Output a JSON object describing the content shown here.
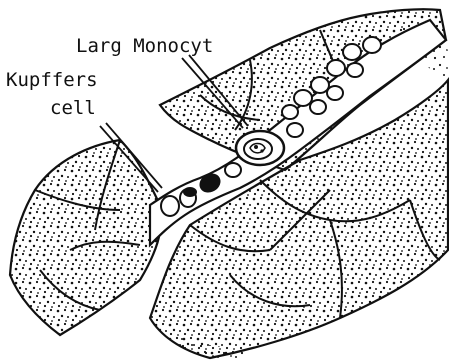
{
  "labels": {
    "monocyte": "Larg Monocyt",
    "kupffer_line1": "Kupffers",
    "kupffer_line2": "cell"
  },
  "colors": {
    "ink": "#111111",
    "paper": "#ffffff"
  }
}
